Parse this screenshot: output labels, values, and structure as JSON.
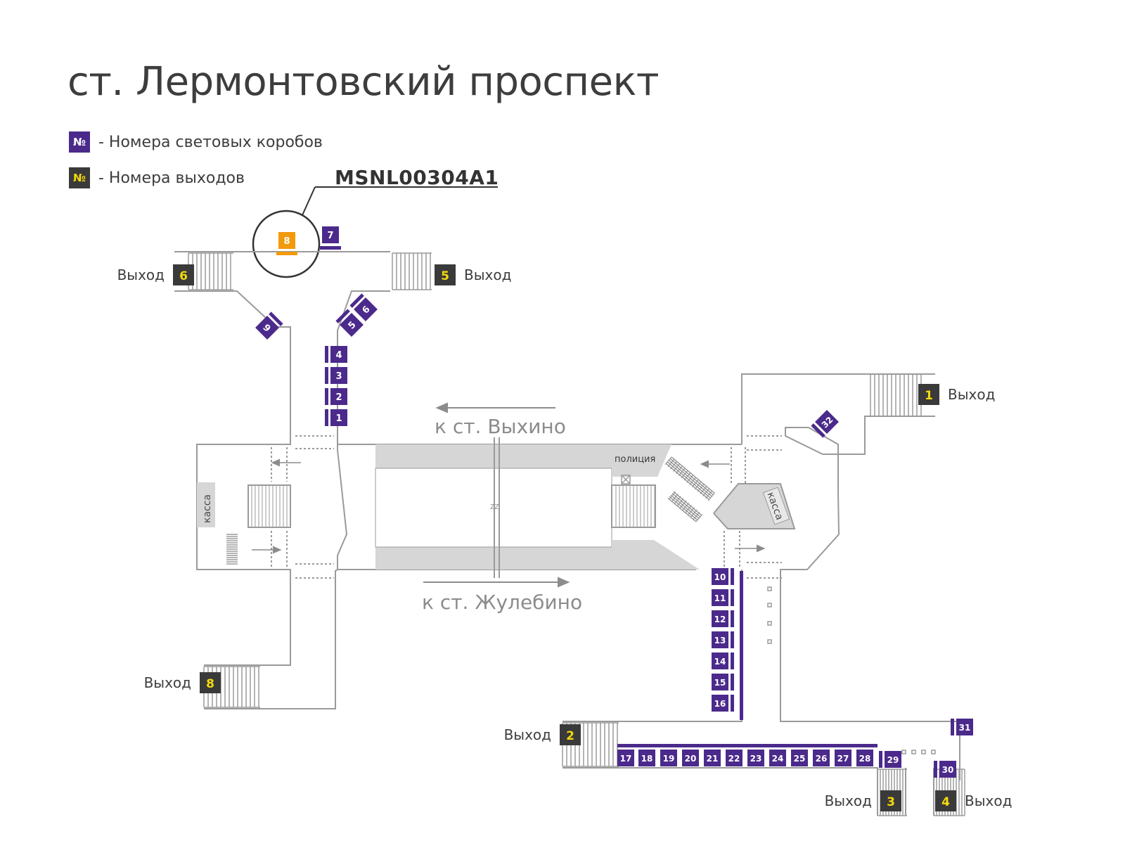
{
  "title": "ст. Лермонтовский проспект",
  "legend": {
    "box_symbol": "№",
    "box_label": "- Номера световых коробов",
    "exit_symbol": "№",
    "exit_label": "- Номера выходов"
  },
  "highlight_code": "MSNL00304A1",
  "directions": {
    "to_vykhino": "к ст. Выхино",
    "to_zhulebino": "к ст. Жулебино"
  },
  "rooms": {
    "kassa": "касса",
    "police": "полиция"
  },
  "exit_word": "Выход",
  "exits": [
    "1",
    "2",
    "3",
    "4",
    "5",
    "6",
    "8"
  ],
  "lightboxes": [
    "1",
    "2",
    "3",
    "4",
    "5",
    "6",
    "7",
    "8",
    "9",
    "10",
    "11",
    "12",
    "13",
    "14",
    "15",
    "16",
    "17",
    "18",
    "19",
    "20",
    "21",
    "22",
    "23",
    "24",
    "25",
    "26",
    "27",
    "28",
    "29",
    "30",
    "31",
    "32"
  ],
  "highlighted_box": "8",
  "colors": {
    "box": "#4b2a8c",
    "exit": "#3a3a3a",
    "exit_text": "#f5d90a",
    "highlight": "#f29a0c",
    "wall": "#9a9a9a",
    "track": "#d6d6d6",
    "text": "#3d3d3d",
    "arrow": "#8c8c8c"
  }
}
